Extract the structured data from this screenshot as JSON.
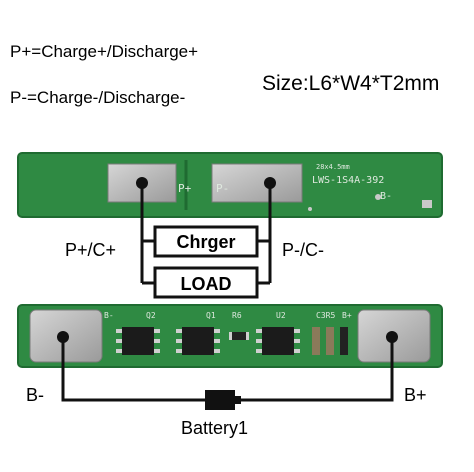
{
  "legend": {
    "plus": "P+=Charge+/Discharge+",
    "minus": "P-=Charge-/Discharge-"
  },
  "size_label": "Size:L6*W4*T2mm",
  "top_board": {
    "pad_left_label": "P+",
    "pad_right_label": "P-",
    "silkscreen_dims": "28x4.5mm",
    "silkscreen_model": "LWS-1S4A-392",
    "silkscreen_bminus": "B-"
  },
  "circuit": {
    "left_terminal": "P+/C+",
    "right_terminal": "P-/C-",
    "charger_label": "Chrger",
    "load_label": "LOAD"
  },
  "bottom_board": {
    "silk_b": "B-",
    "silk_q2": "Q2",
    "silk_q1": "Q1",
    "silk_r6": "R6",
    "silk_u2": "U2",
    "silk_c3r5": "C3R5",
    "silk_bplus": "B+"
  },
  "battery": {
    "minus_label": "B-",
    "plus_label": "B+",
    "name": "Battery1"
  },
  "colors": {
    "pcb": "#2f8a43",
    "pcb_edge": "#1f6b31",
    "pad": "#b5b5b5",
    "wire": "#111111"
  }
}
